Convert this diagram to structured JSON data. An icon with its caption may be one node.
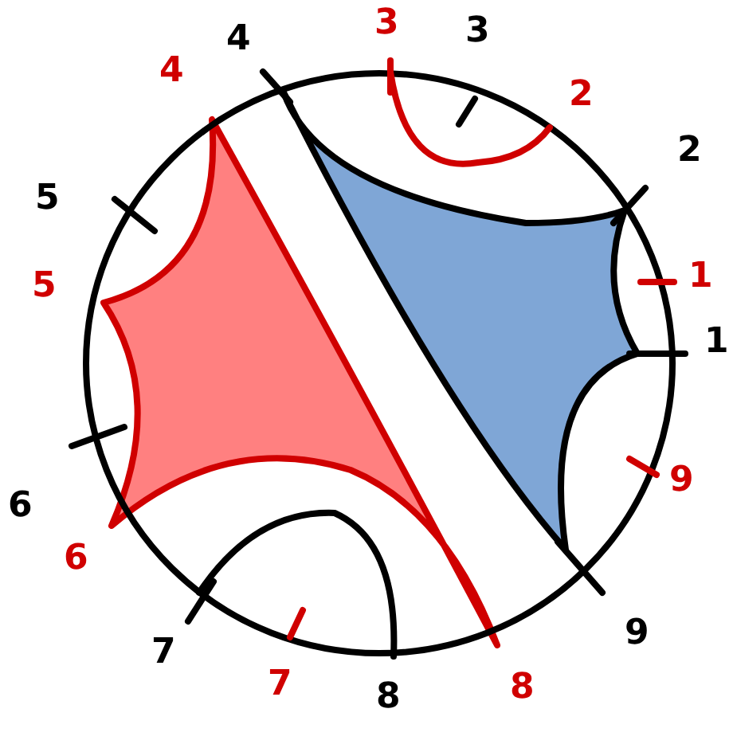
{
  "diagram": {
    "labels": [
      "3",
      "3",
      "4",
      "4",
      "2",
      "2",
      "5",
      "1",
      "5",
      "1",
      "9",
      "6",
      "6",
      "9",
      "7",
      "7",
      "8",
      "8"
    ]
  }
}
